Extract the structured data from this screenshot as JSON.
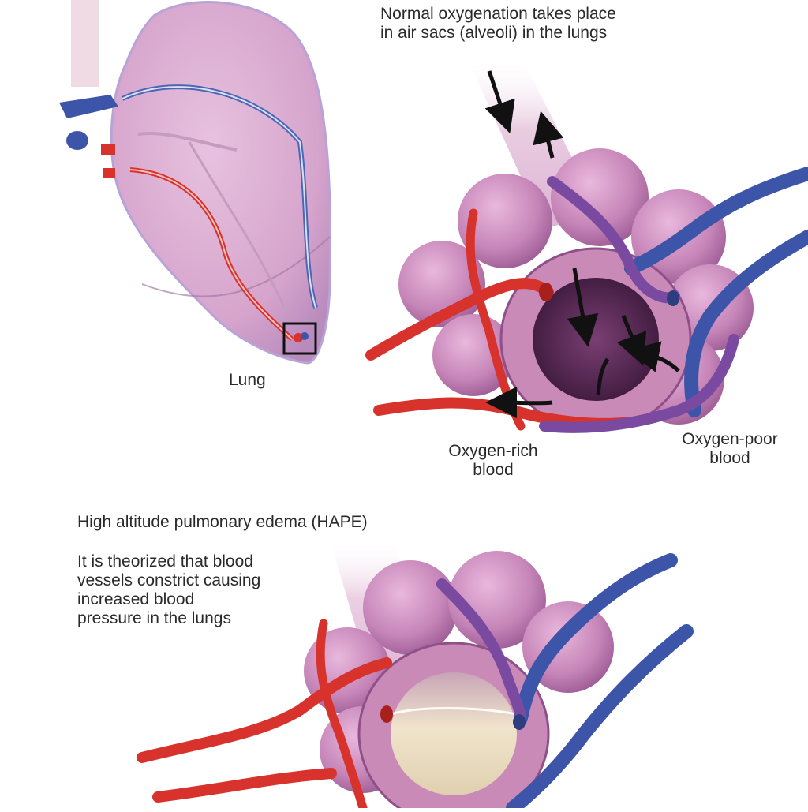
{
  "labels": {
    "normal_heading": [
      "Normal oxygenation takes place",
      "in air sacs (alveoli) in the lungs"
    ],
    "lung": "Lung",
    "oxygen_rich": [
      "Oxygen-rich",
      "blood"
    ],
    "oxygen_poor": [
      "Oxygen-poor",
      "blood"
    ],
    "hape_title": "High altitude pulmonary edema (HAPE)",
    "hape_text": [
      "It is theorized that blood",
      "vessels constrict causing",
      "increased blood",
      "pressure in the lungs"
    ]
  },
  "colors": {
    "background": "#ffffff",
    "lung_tissue": "#d9a8cf",
    "alveolus": "#c98ab8",
    "alveolus_dark": "#5a2a55",
    "artery_red": "#d8322c",
    "vein_blue": "#3d55a8",
    "vein_purple": "#7a4aa0",
    "airway": "#e6c4dc",
    "fluid": "#e8dcc4",
    "text": "#2a2a2a"
  },
  "icons": {
    "zoom_box": "magnify-box-icon",
    "air_arrows": "air-flow-arrows",
    "blood_arrows": "blood-flow-arrows"
  }
}
